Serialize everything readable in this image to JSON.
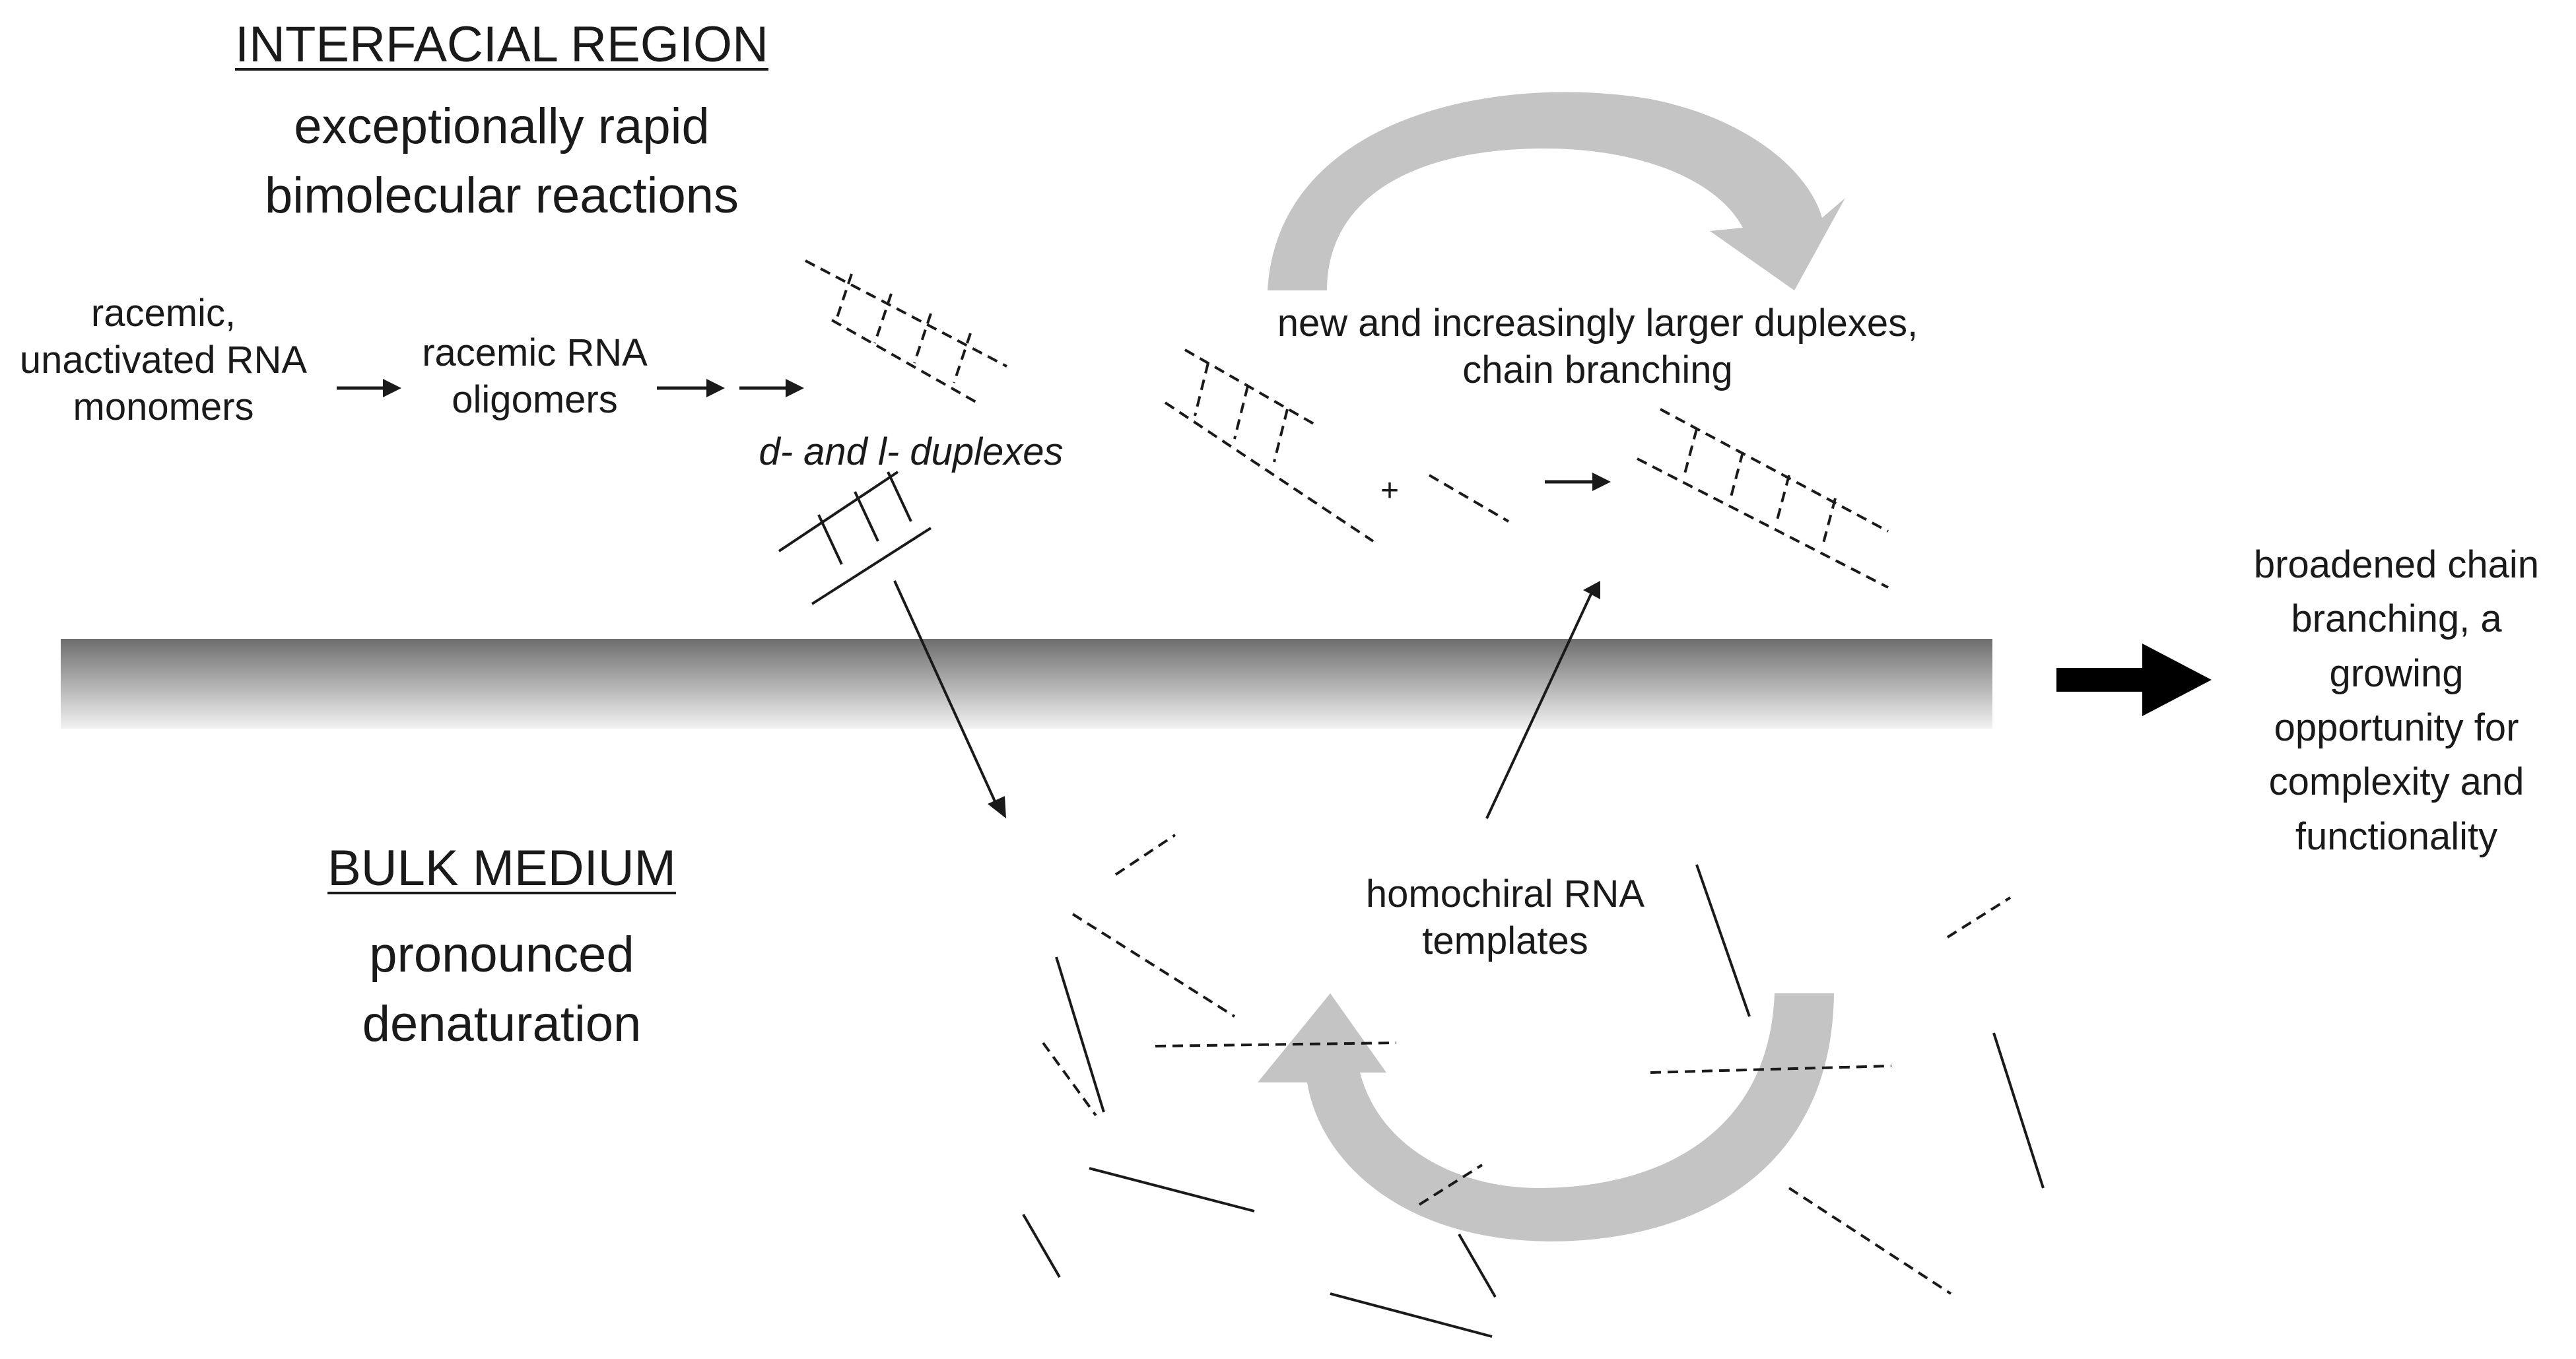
{
  "interfacial": {
    "heading": "INTERFACIAL REGION",
    "subtitle": "exceptionally rapid\nbimolecular reactions"
  },
  "bulk": {
    "heading": "BULK MEDIUM",
    "subtitle": "pronounced\ndenaturation"
  },
  "labels": {
    "monomers": "racemic,\nunactivated RNA\nmonomers",
    "oligomers": "racemic RNA\noligomers",
    "duplexes": "d- and l- duplexes",
    "larger_duplexes": "new and increasingly larger duplexes,\nchain branching",
    "plus": "+",
    "templates": "homochiral RNA\ntemplates",
    "outcome": "broadened chain\nbranching, a\ngrowing\nopportunity for\ncomplexity and\nfunctionality"
  },
  "colors": {
    "cycle_arrow": "#c4c4c4",
    "interface_dark": "#6e6e6e",
    "interface_light": "#f2f2f2",
    "ink": "#1a1a1a"
  }
}
